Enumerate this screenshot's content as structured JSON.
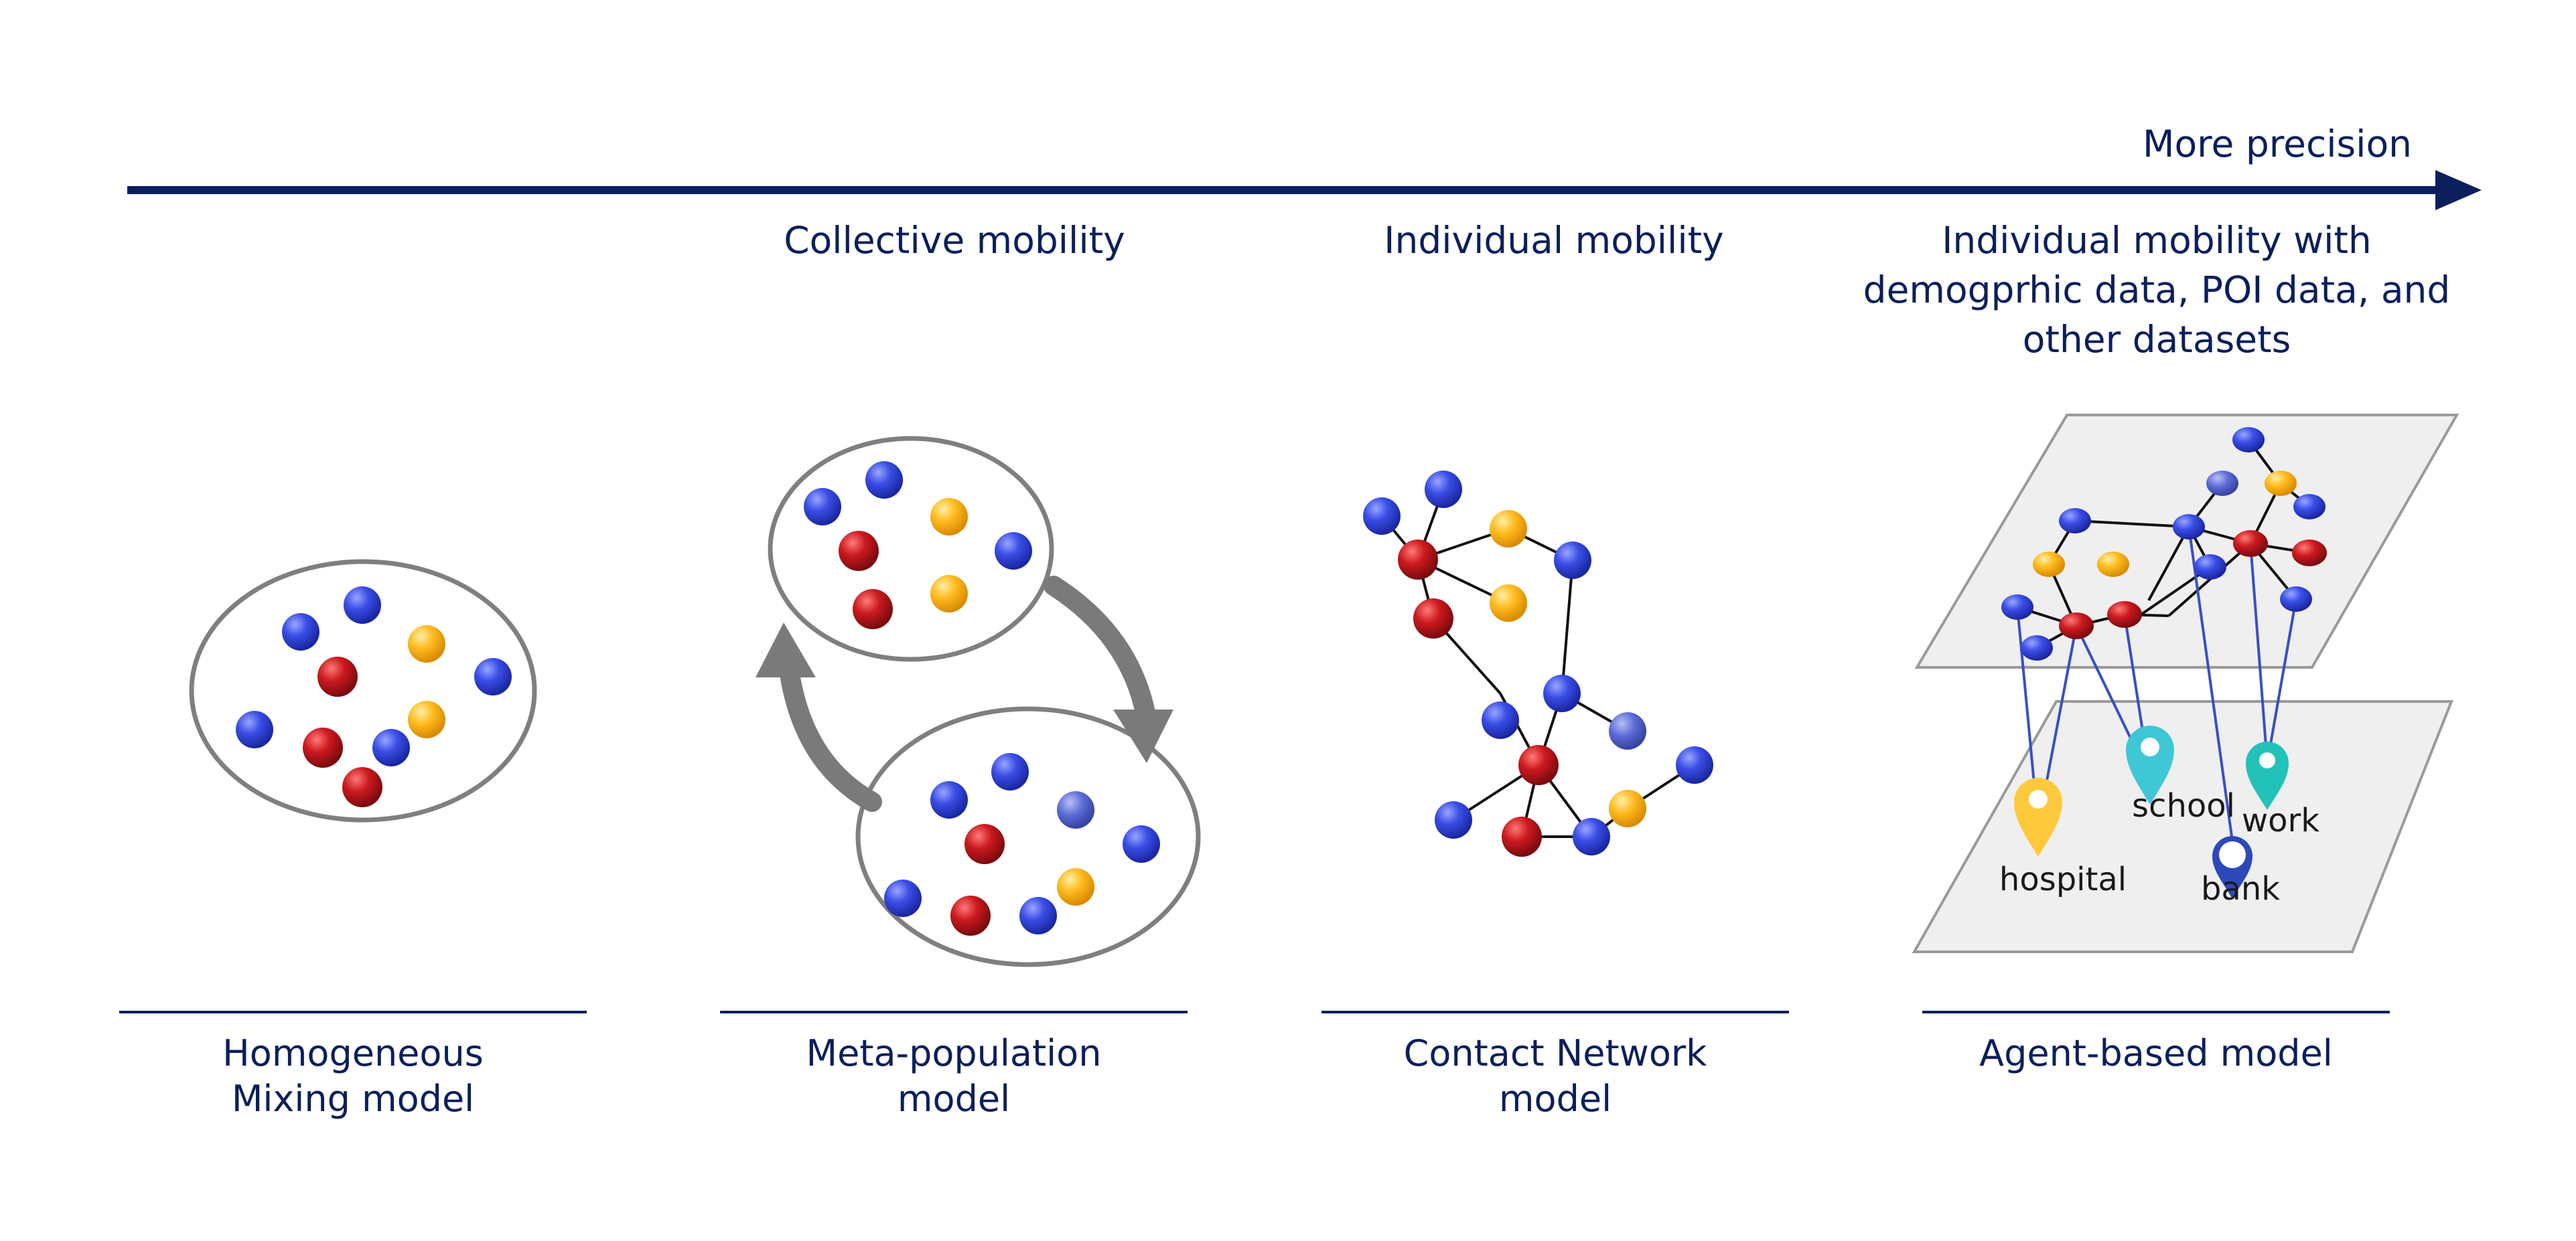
{
  "axis": {
    "label": "More precision"
  },
  "panels": [
    {
      "header": "",
      "caption_lines": [
        "Homogeneous",
        "Mixing model"
      ]
    },
    {
      "header": "Collective mobility",
      "caption_lines": [
        "Meta-population",
        "model"
      ]
    },
    {
      "header": "Individual mobility",
      "caption_lines": [
        "Contact Network",
        "model"
      ]
    },
    {
      "header_lines": [
        "Individual mobility with",
        "demogprhic data, POI data, and",
        "other datasets"
      ],
      "caption_lines": [
        "Agent-based model"
      ]
    }
  ],
  "poi_labels": {
    "hospital": "hospital",
    "school": "school",
    "work": "work",
    "bank": "bank"
  },
  "colors": {
    "text": "#0b1f5c",
    "arrow": "#0b1f5c",
    "ellipse_stroke": "#7f7f7f",
    "node_blue": "#3344dd",
    "node_red": "#c0121b",
    "node_yellow": "#ffb81f",
    "plane_fill": "#efefef",
    "link_blue": "#3a4fc4",
    "pin_yellow": "#ffc93c",
    "pin_cyan": "#3fc7d6",
    "pin_teal": "#22c2b8",
    "pin_blue": "#2d48b8"
  }
}
